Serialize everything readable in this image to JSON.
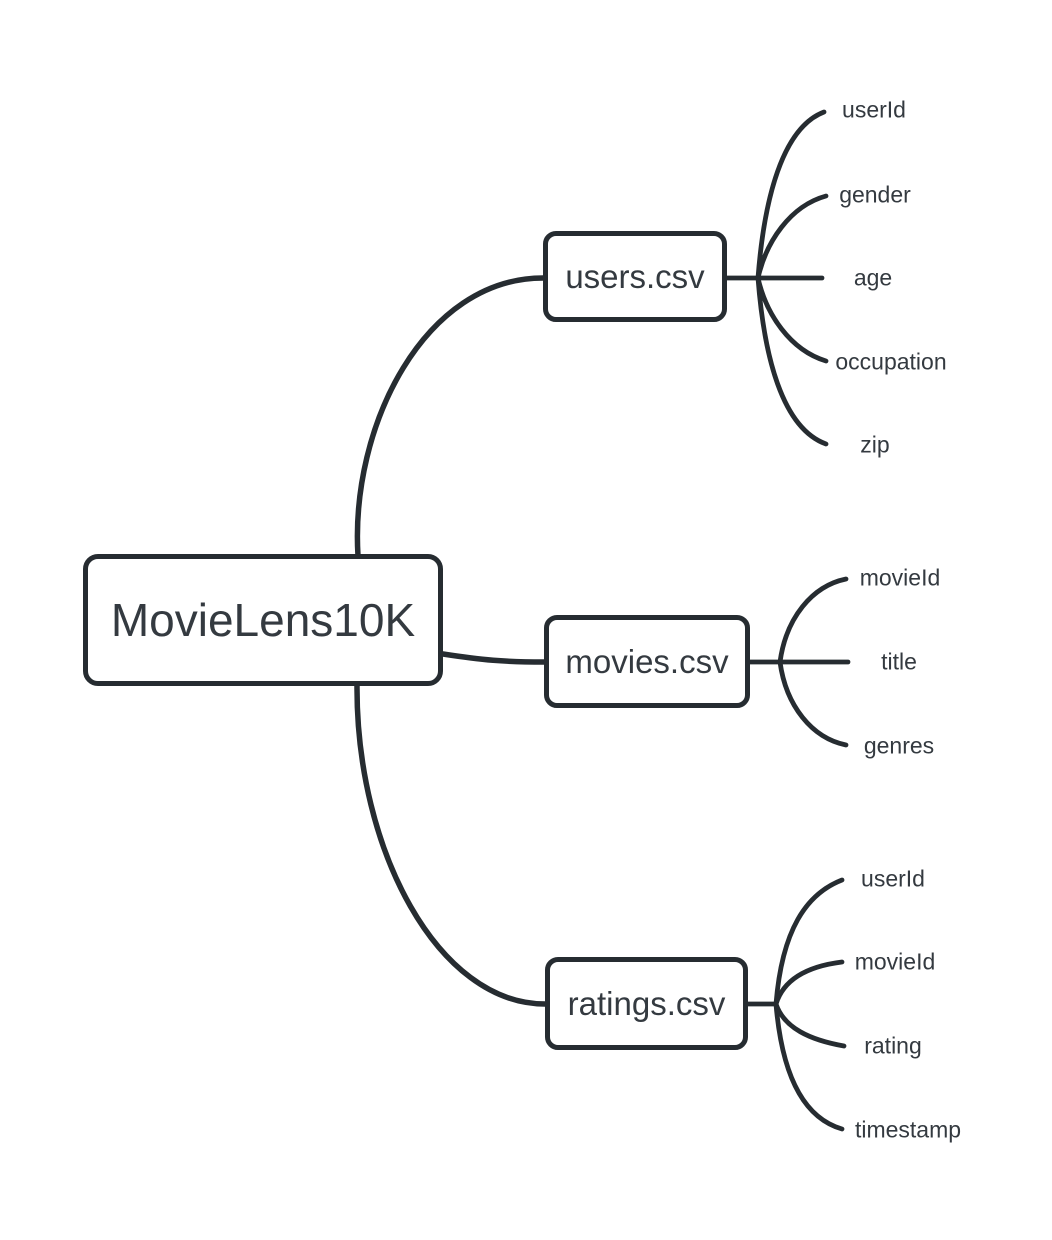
{
  "diagram": {
    "type": "mindmap",
    "root": {
      "label": "MovieLens10K"
    },
    "branches": [
      {
        "label": "users.csv",
        "fields": [
          "userId",
          "gender",
          "age",
          "occupation",
          "zip"
        ]
      },
      {
        "label": "movies.csv",
        "fields": [
          "movieId",
          "title",
          "genres"
        ]
      },
      {
        "label": "ratings.csv",
        "fields": [
          "userId",
          "movieId",
          "rating",
          "timestamp"
        ]
      }
    ],
    "colors": {
      "line": "#262c31",
      "text": "#343a40",
      "node_fill": "#ffffff",
      "background": "#ffffff"
    }
  }
}
